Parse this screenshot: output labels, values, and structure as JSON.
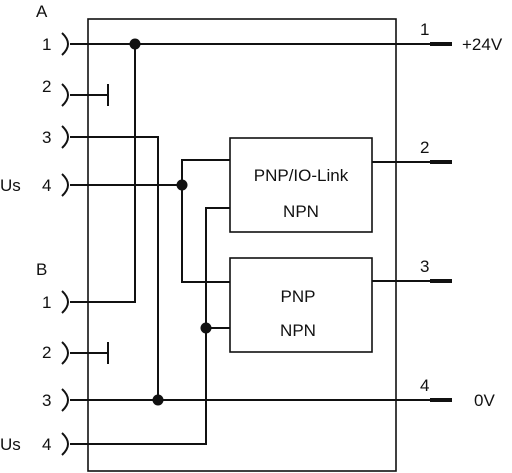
{
  "groups": {
    "a": "A",
    "b": "B"
  },
  "left_pins": {
    "a1": "1",
    "a2": "2",
    "a3": "3",
    "a4": "4",
    "b1": "1",
    "b2": "2",
    "b3": "3",
    "b4": "4"
  },
  "us_labels": {
    "a": "Us",
    "b": "Us"
  },
  "right_pins": {
    "p1": "1",
    "p2": "2",
    "p3": "3",
    "p4": "4"
  },
  "voltages": {
    "plus": "+24V",
    "zero": "0V"
  },
  "blocks": {
    "top": {
      "line1": "PNP/IO-Link",
      "line2": "NPN"
    },
    "bottom": {
      "line1": "PNP",
      "line2": "NPN"
    }
  }
}
